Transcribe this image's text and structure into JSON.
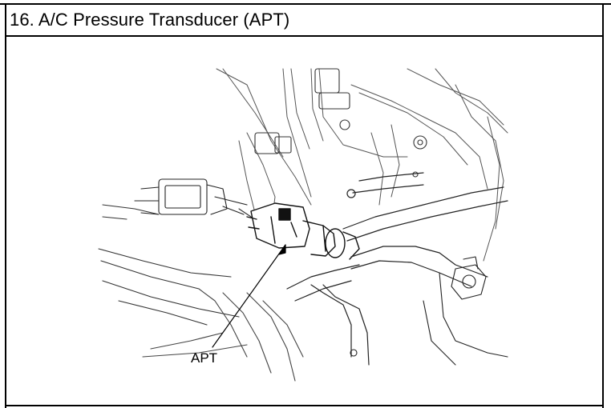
{
  "header": {
    "title": "16. A/C Pressure Transducer (APT)"
  },
  "figure": {
    "callout_label": "APT",
    "illustration": "line-drawing-engine-bay-apt-connector"
  }
}
